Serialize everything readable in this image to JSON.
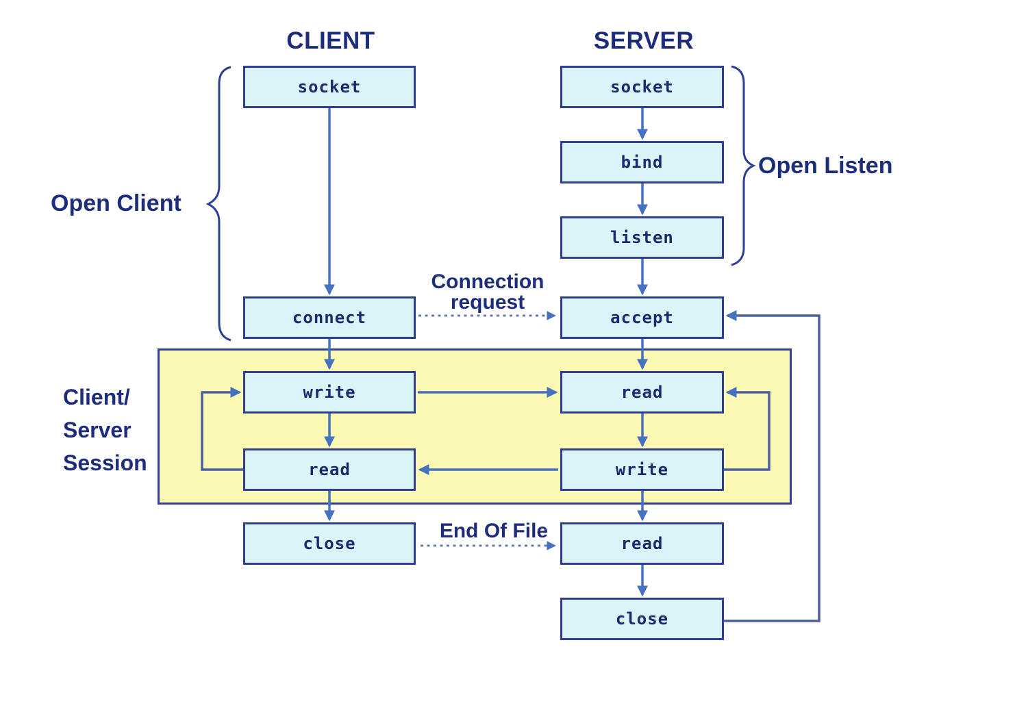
{
  "headers": {
    "client": "CLIENT",
    "server": "SERVER"
  },
  "boxes": {
    "client_socket": "socket",
    "client_connect": "connect",
    "client_write": "write",
    "client_read": "read",
    "client_close": "close",
    "server_socket": "socket",
    "server_bind": "bind",
    "server_listen": "listen",
    "server_accept": "accept",
    "server_read_session": "read",
    "server_write": "write",
    "server_read_eof": "read",
    "server_close": "close"
  },
  "annotations": {
    "open_client": "Open Client",
    "open_listen": "Open Listen",
    "session_line1": "Client/",
    "session_line2": "Server",
    "session_line3": "Session",
    "connection_request_line1": "Connection",
    "connection_request_line2": "request",
    "end_of_file": "End Of File"
  },
  "colors": {
    "box_fill": "#d9f5f9",
    "box_border": "#2f3e92",
    "box_text": "#1b2a6e",
    "label_text": "#1e2d7b",
    "arrow": "#4571c0",
    "loop": "#4a5da0",
    "dashed": "#6b79ad",
    "session_fill": "#fcf9b4",
    "session_border": "#2f3e92"
  }
}
